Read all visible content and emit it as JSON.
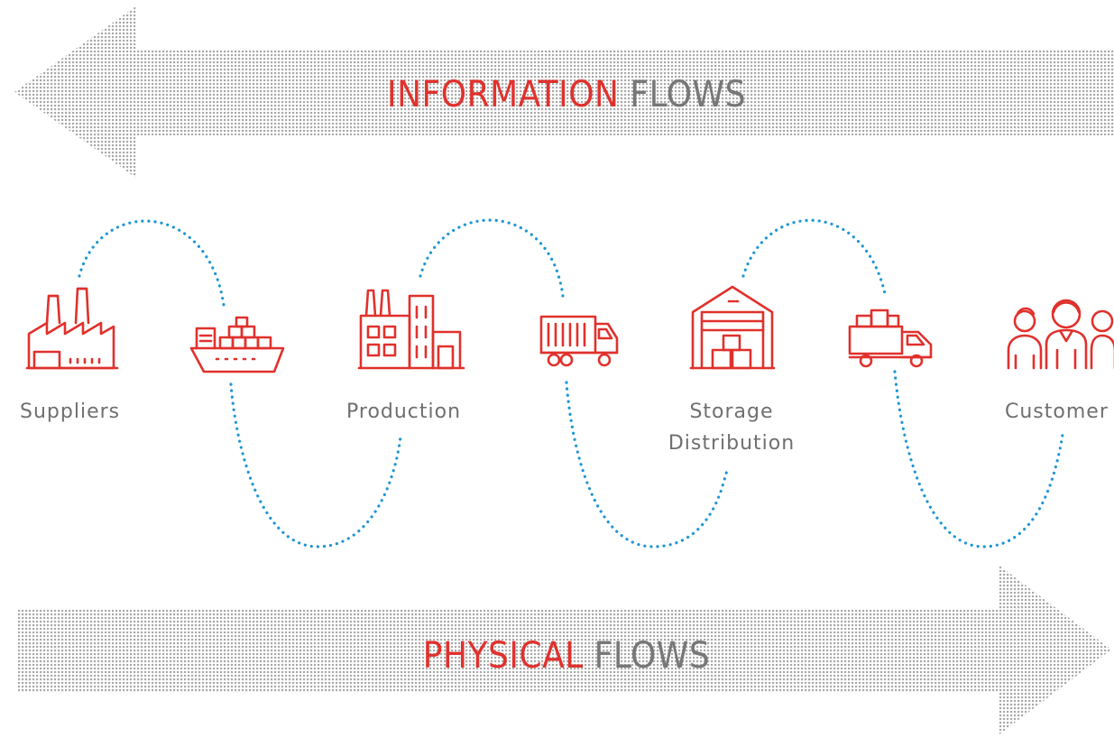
{
  "colors": {
    "accent": "#e0312c",
    "text_gray": "#6f6f6f",
    "dots": "#1e96d4",
    "arrow_pattern": "#b8b8b8"
  },
  "top_banner": {
    "highlight": "INFORMATION",
    "rest": " FLOWS"
  },
  "bottom_banner": {
    "highlight": "PHYSICAL",
    "rest": " FLOWS"
  },
  "stages": [
    {
      "label": "Suppliers",
      "icon": "factory-icon"
    },
    {
      "label": "Production",
      "icon": "production-plant-icon"
    },
    {
      "label_line1": "Storage",
      "label_line2": "Distribution",
      "icon": "warehouse-icon"
    },
    {
      "label": "Customer",
      "icon": "customers-group-icon"
    }
  ],
  "transports": [
    {
      "icon": "cargo-ship-icon"
    },
    {
      "icon": "container-truck-icon"
    },
    {
      "icon": "pickup-truck-icon"
    }
  ]
}
